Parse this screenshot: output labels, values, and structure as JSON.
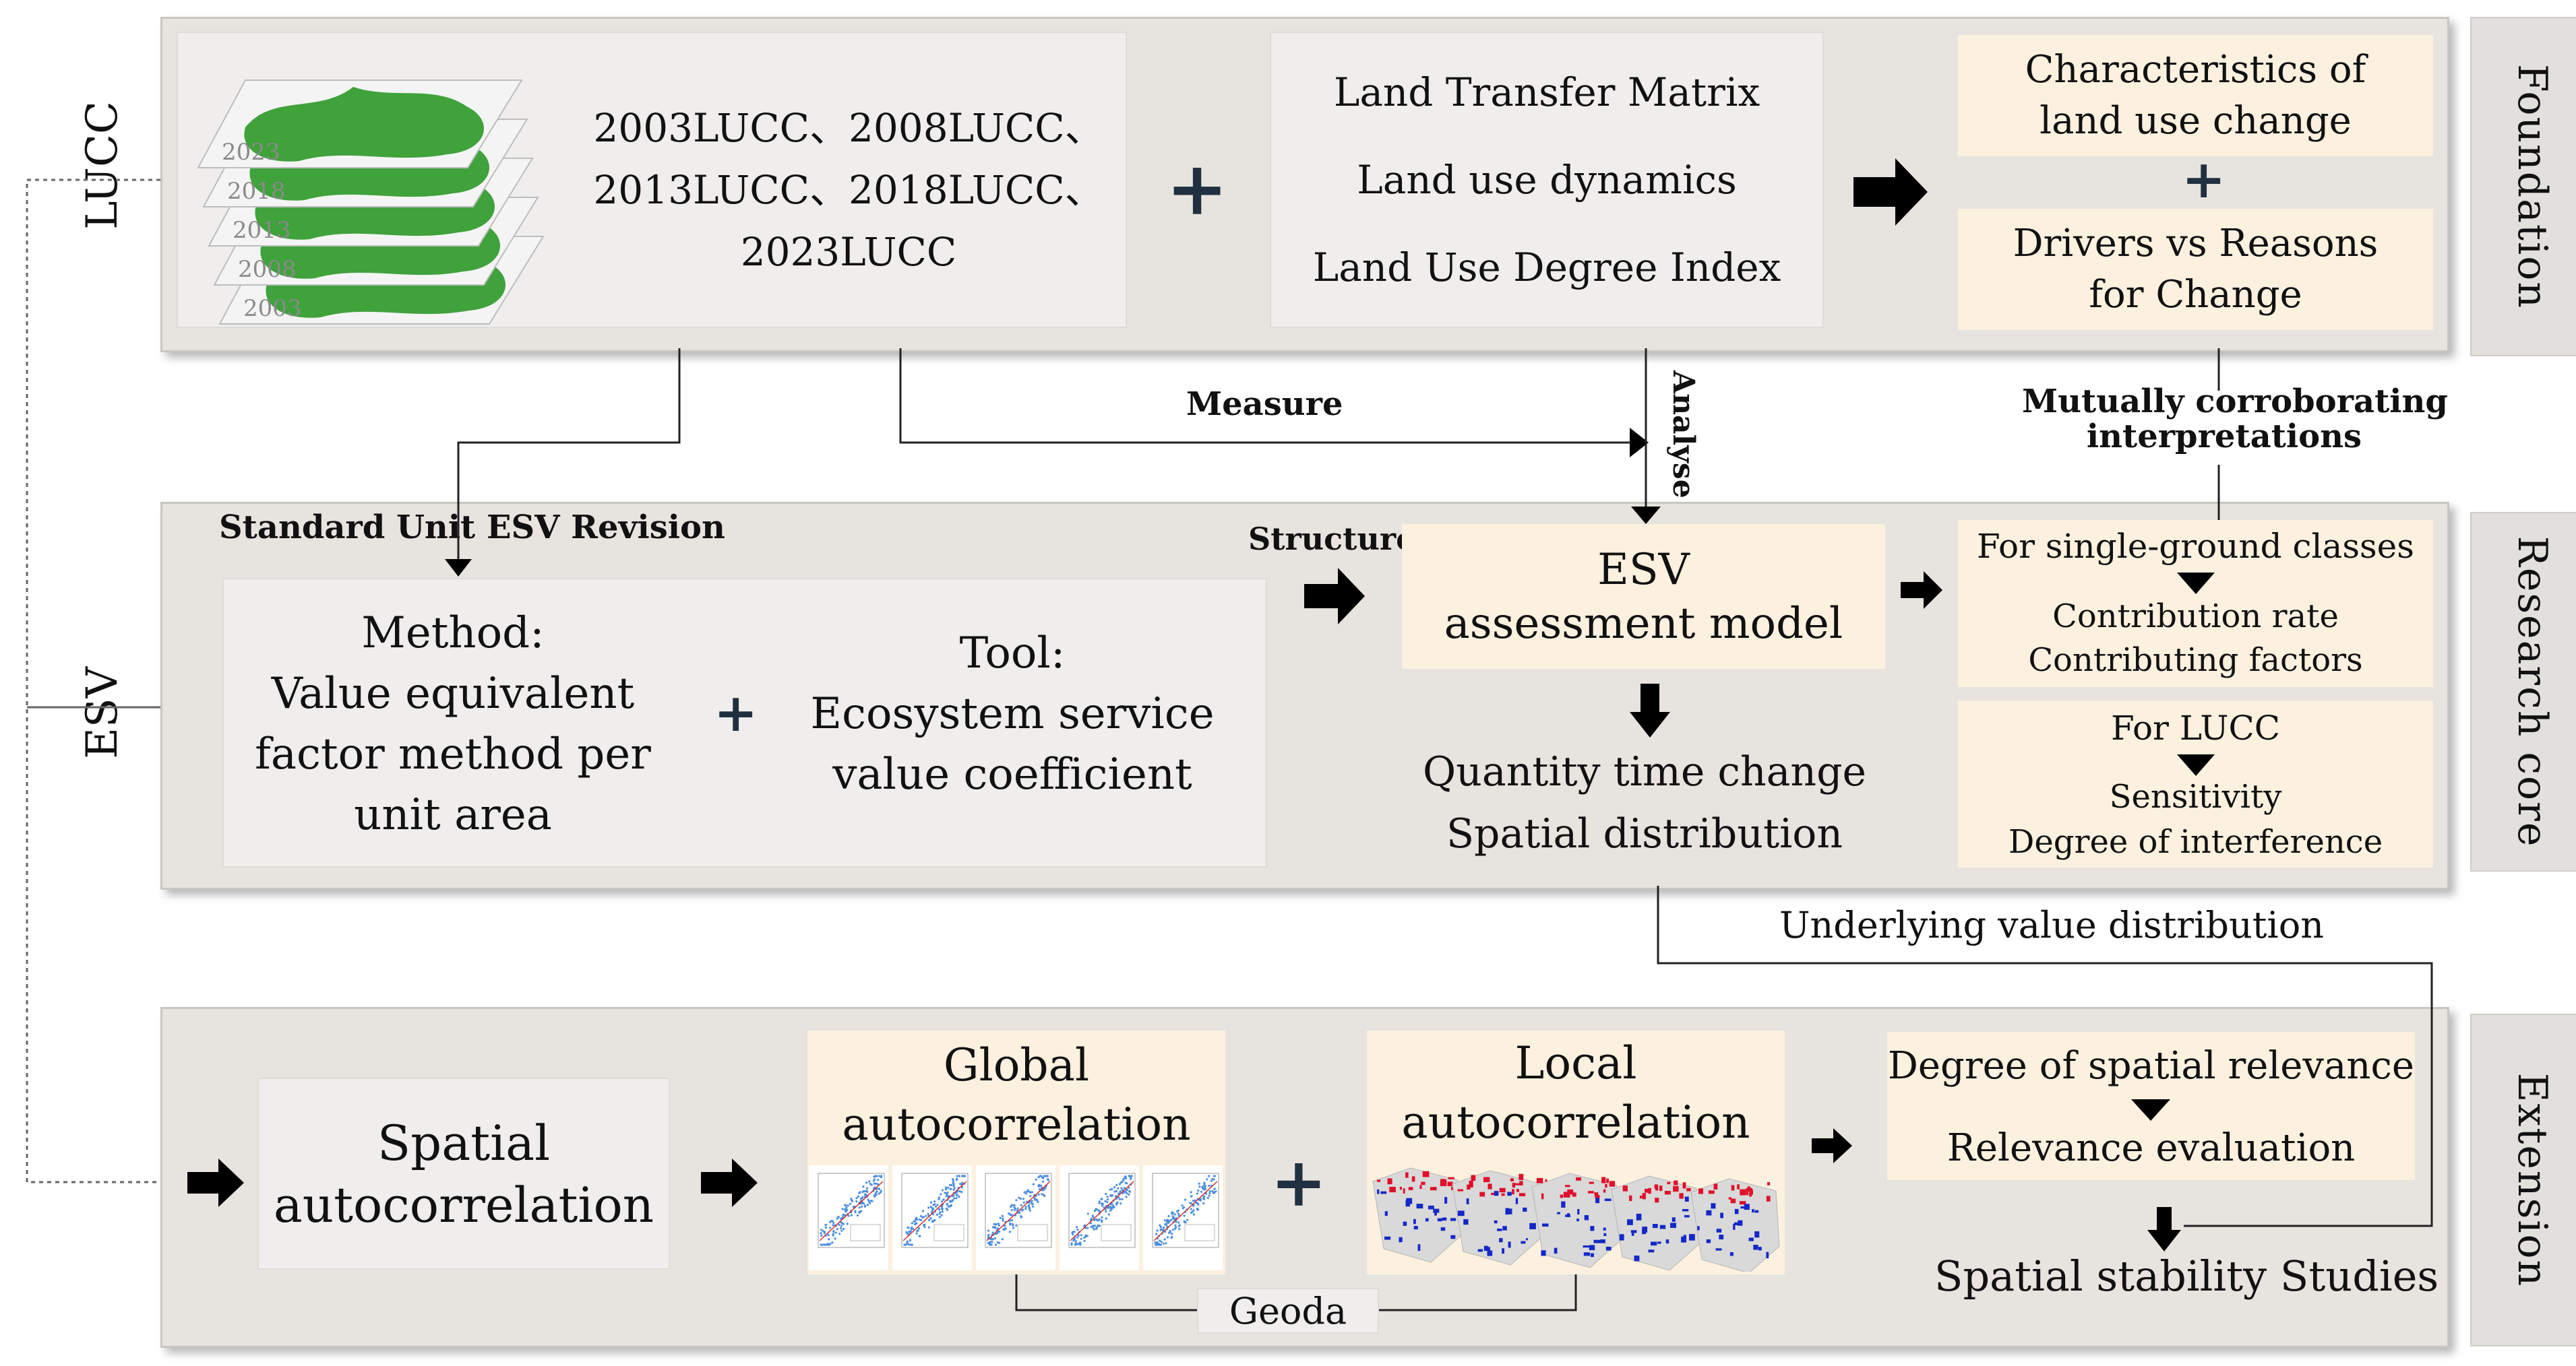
{
  "side_labels": {
    "lucc": "LUCC",
    "esv": "ESV"
  },
  "tabs": {
    "foundation": "Foundation",
    "research_core": "Research core",
    "extension": "Extension"
  },
  "foundation": {
    "map_years": [
      "2023",
      "2018",
      "2013",
      "2008",
      "2003"
    ],
    "lucc_list": [
      "2003LUCC、2008LUCC、",
      "2013LUCC、2018LUCC、",
      "2023LUCC"
    ],
    "analysis": [
      "Land Transfer Matrix",
      "Land use dynamics",
      "Land Use Degree Index"
    ],
    "characteristics": "Characteristics of land use change",
    "drivers": "Drivers vs Reasons for Change",
    "plus": "+"
  },
  "connectors": {
    "measure": "Measure",
    "analyse": "Analyse",
    "mutually": [
      "Mutually corroborating",
      "interpretations"
    ],
    "structure": "Structure",
    "underlying": "Underlying value distribution",
    "geoda": "Geoda"
  },
  "research_core": {
    "revision_title": "Standard Unit ESV Revision",
    "method": [
      "Method:",
      "Value equivalent",
      "factor method per",
      "unit area"
    ],
    "tool": [
      "Tool:",
      "Ecosystem service",
      "value coefficient"
    ],
    "plus": "+",
    "model": [
      "ESV",
      "assessment model"
    ],
    "outputs": [
      "Quantity time change",
      "Spatial distribution"
    ],
    "single_ground": {
      "title": "For single-ground classes",
      "items": [
        "Contribution rate",
        "Contributing factors"
      ]
    },
    "for_lucc": {
      "title": "For LUCC",
      "items": [
        "Sensitivity",
        "Degree of interference"
      ]
    }
  },
  "extension": {
    "spatial": [
      "Spatial",
      "autocorrelation"
    ],
    "global": [
      "Global",
      "autocorrelation"
    ],
    "local": [
      "Local",
      "autocorrelation"
    ],
    "plus": "+",
    "relevance": [
      "Degree of spatial relevance",
      "Relevance evaluation"
    ],
    "stability": "Spatial stability Studies"
  },
  "colors": {
    "panel": "#e7e4df",
    "peach": "#fcf0df",
    "map_green": "#2f9a2a",
    "local_red": "#e0102a",
    "local_blue": "#1428c8",
    "scatter_blue": "#4a8ee0"
  },
  "icons": [
    "right-arrow-icon",
    "down-arrow-icon",
    "plus-icon"
  ]
}
